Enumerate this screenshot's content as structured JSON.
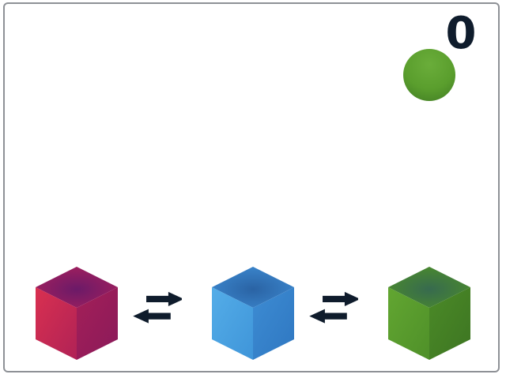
{
  "game": {
    "score": "0",
    "ball_color": "#5a9e2d",
    "arrow_color": "#0f1c2c",
    "border_color": "#8e9196"
  },
  "cubes": [
    {
      "name": "red-cube",
      "color": "red",
      "front": "#c8284f",
      "side": "#9a1d5b",
      "inner": "#7b1b62"
    },
    {
      "name": "blue-cube",
      "color": "blue",
      "front": "#4aa3e2",
      "side": "#3a86cf",
      "inner": "#2f6fb2"
    },
    {
      "name": "green-cube",
      "color": "green",
      "front": "#5a9e2d",
      "side": "#478426",
      "inner": "#3c6f44"
    }
  ],
  "swap_buttons": [
    {
      "name": "swap-red-blue-button",
      "icon": "swap-arrows-icon"
    },
    {
      "name": "swap-blue-green-button",
      "icon": "swap-arrows-icon"
    }
  ]
}
